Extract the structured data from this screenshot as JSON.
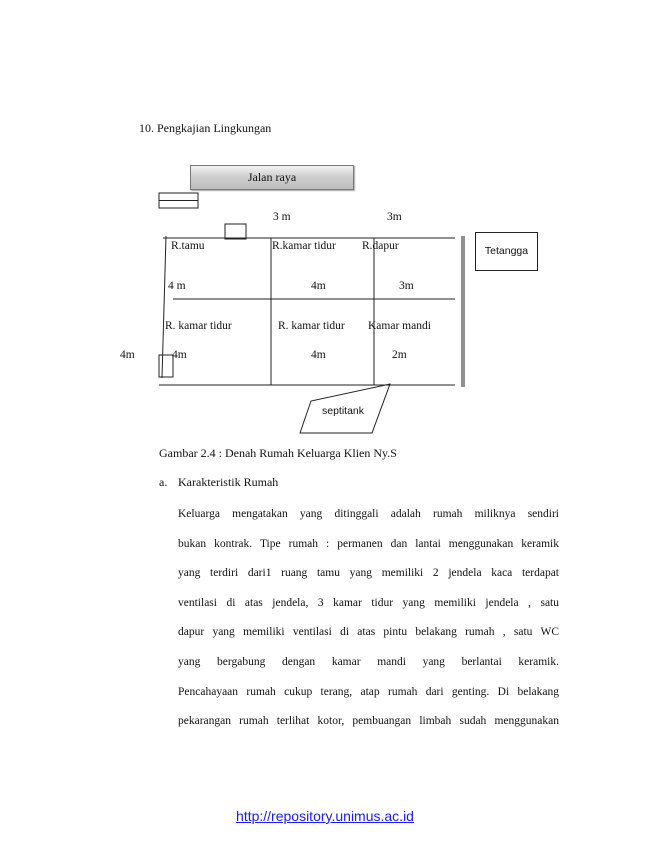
{
  "heading": "10. Pengkajian Lingkungan",
  "floor_plan": {
    "road_label": "Jalan raya",
    "neighbor_label": "Tetangga",
    "septic_label": "septitank",
    "dimensions": {
      "top_mid": "3 m",
      "top_right": "3m",
      "left_outer": "4m",
      "row1_left": "4 m",
      "row1_mid": "4m",
      "row1_right": "3m",
      "row2_left": "4m",
      "row2_mid": "4m",
      "row2_right": "2m"
    },
    "rooms": {
      "ruang_tamu": "R.tamu",
      "kamar_tidur_1": "R.kamar tidur",
      "dapur": "R.dapur",
      "kamar_tidur_2": "R. kamar tidur",
      "kamar_tidur_3": "R. kamar tidur",
      "kamar_mandi": "Kamar mandi"
    }
  },
  "caption": "Gambar 2.4 : Denah Rumah Keluarga Klien Ny.S",
  "section": {
    "index": "a.",
    "title": "Karakteristik Rumah",
    "lines": [
      "Keluarga mengatakan yang ditinggali adalah rumah miliknya sendiri",
      "bukan kontrak. Tipe rumah : permanen dan lantai menggunakan keramik",
      "yang terdiri dari1 ruang tamu yang memiliki 2 jendela kaca terdapat",
      "ventilasi di atas jendela, 3 kamar  tidur  yang  memiliki jendela , satu",
      "dapur yang memiliki ventilasi di atas pintu belakang rumah , satu WC",
      "yang   bergabung   dengan kamar mandi yang berlantai   keramik.",
      "Pencahayaan rumah cukup terang, atap rumah dari genting. Di belakang",
      "pekarangan rumah terlihat kotor, pembuangan limbah sudah menggunakan"
    ]
  },
  "footer_link": "http://repository.unimus.ac.id"
}
